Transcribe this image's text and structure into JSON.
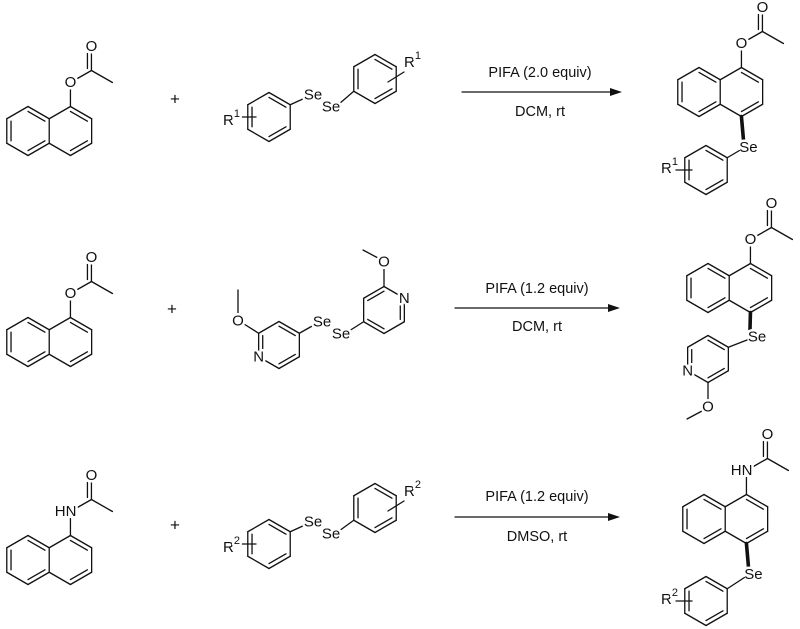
{
  "atoms": {
    "oxygen": "O",
    "selenium": "Se",
    "nitrogen": "N",
    "amide_nh": "HN",
    "substituent": "R"
  },
  "plus": "+",
  "schemes": [
    {
      "reagent": "PIFA (2.0 equiv)",
      "conditions": "DCM, rt",
      "substituent_index": "1"
    },
    {
      "reagent": "PIFA (1.2 equiv)",
      "conditions": "DCM, rt",
      "substituent_index": ""
    },
    {
      "reagent": "PIFA (1.2 equiv)",
      "conditions": "DMSO, rt",
      "substituent_index": "2"
    }
  ],
  "colors": {
    "ink": "#111111",
    "background": "#ffffff"
  }
}
